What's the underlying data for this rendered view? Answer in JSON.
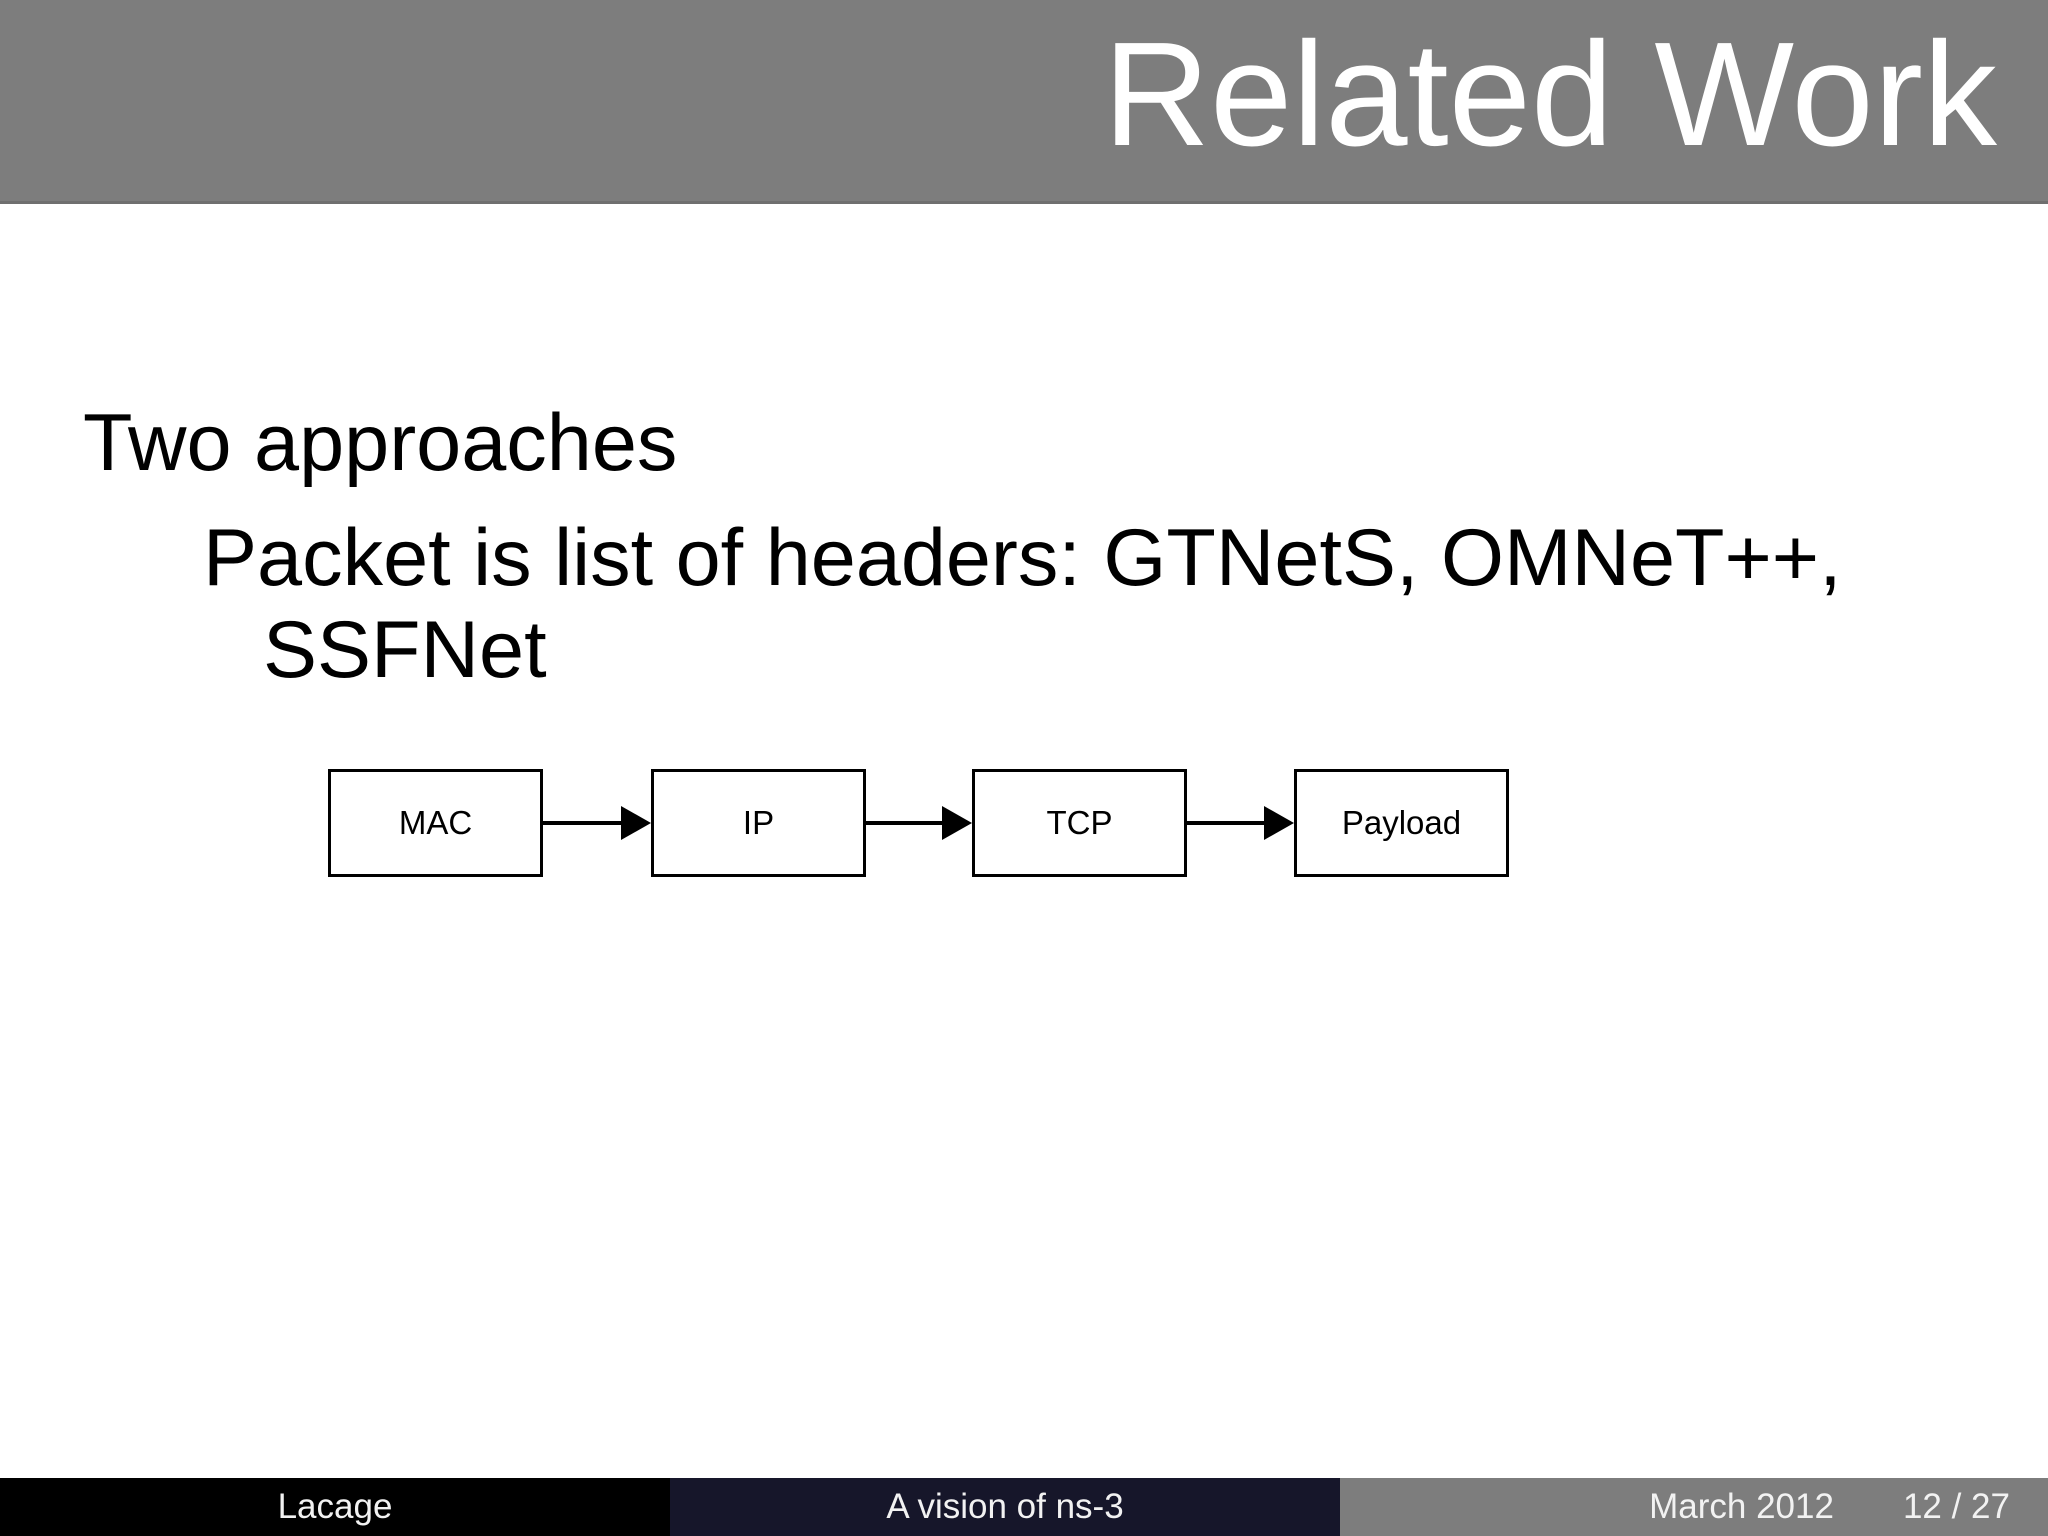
{
  "slide": {
    "header": {
      "title": "Related Work"
    },
    "body": {
      "heading": "Two approaches",
      "item_line1": "Packet is list of headers: GTNetS, OMNeT++,",
      "item_line2": "SSFNet"
    },
    "diagram": {
      "nodes": [
        {
          "label": "MAC"
        },
        {
          "label": "IP"
        },
        {
          "label": "TCP"
        },
        {
          "label": "Payload"
        }
      ]
    },
    "footer": {
      "author": "Lacage",
      "talk_title": "A vision of ns-3",
      "date": "March 2012",
      "page": "12 / 27"
    },
    "colors": {
      "header_bg": "#7d7d7d",
      "title_text": "#ffffff",
      "body_text": "#000000",
      "node_border": "#000000",
      "footer_author_bg": "#000000",
      "footer_title_bg": "#16162a",
      "footer_meta_bg": "#7d7d7d",
      "footer_text": "#f2f2f2"
    }
  }
}
